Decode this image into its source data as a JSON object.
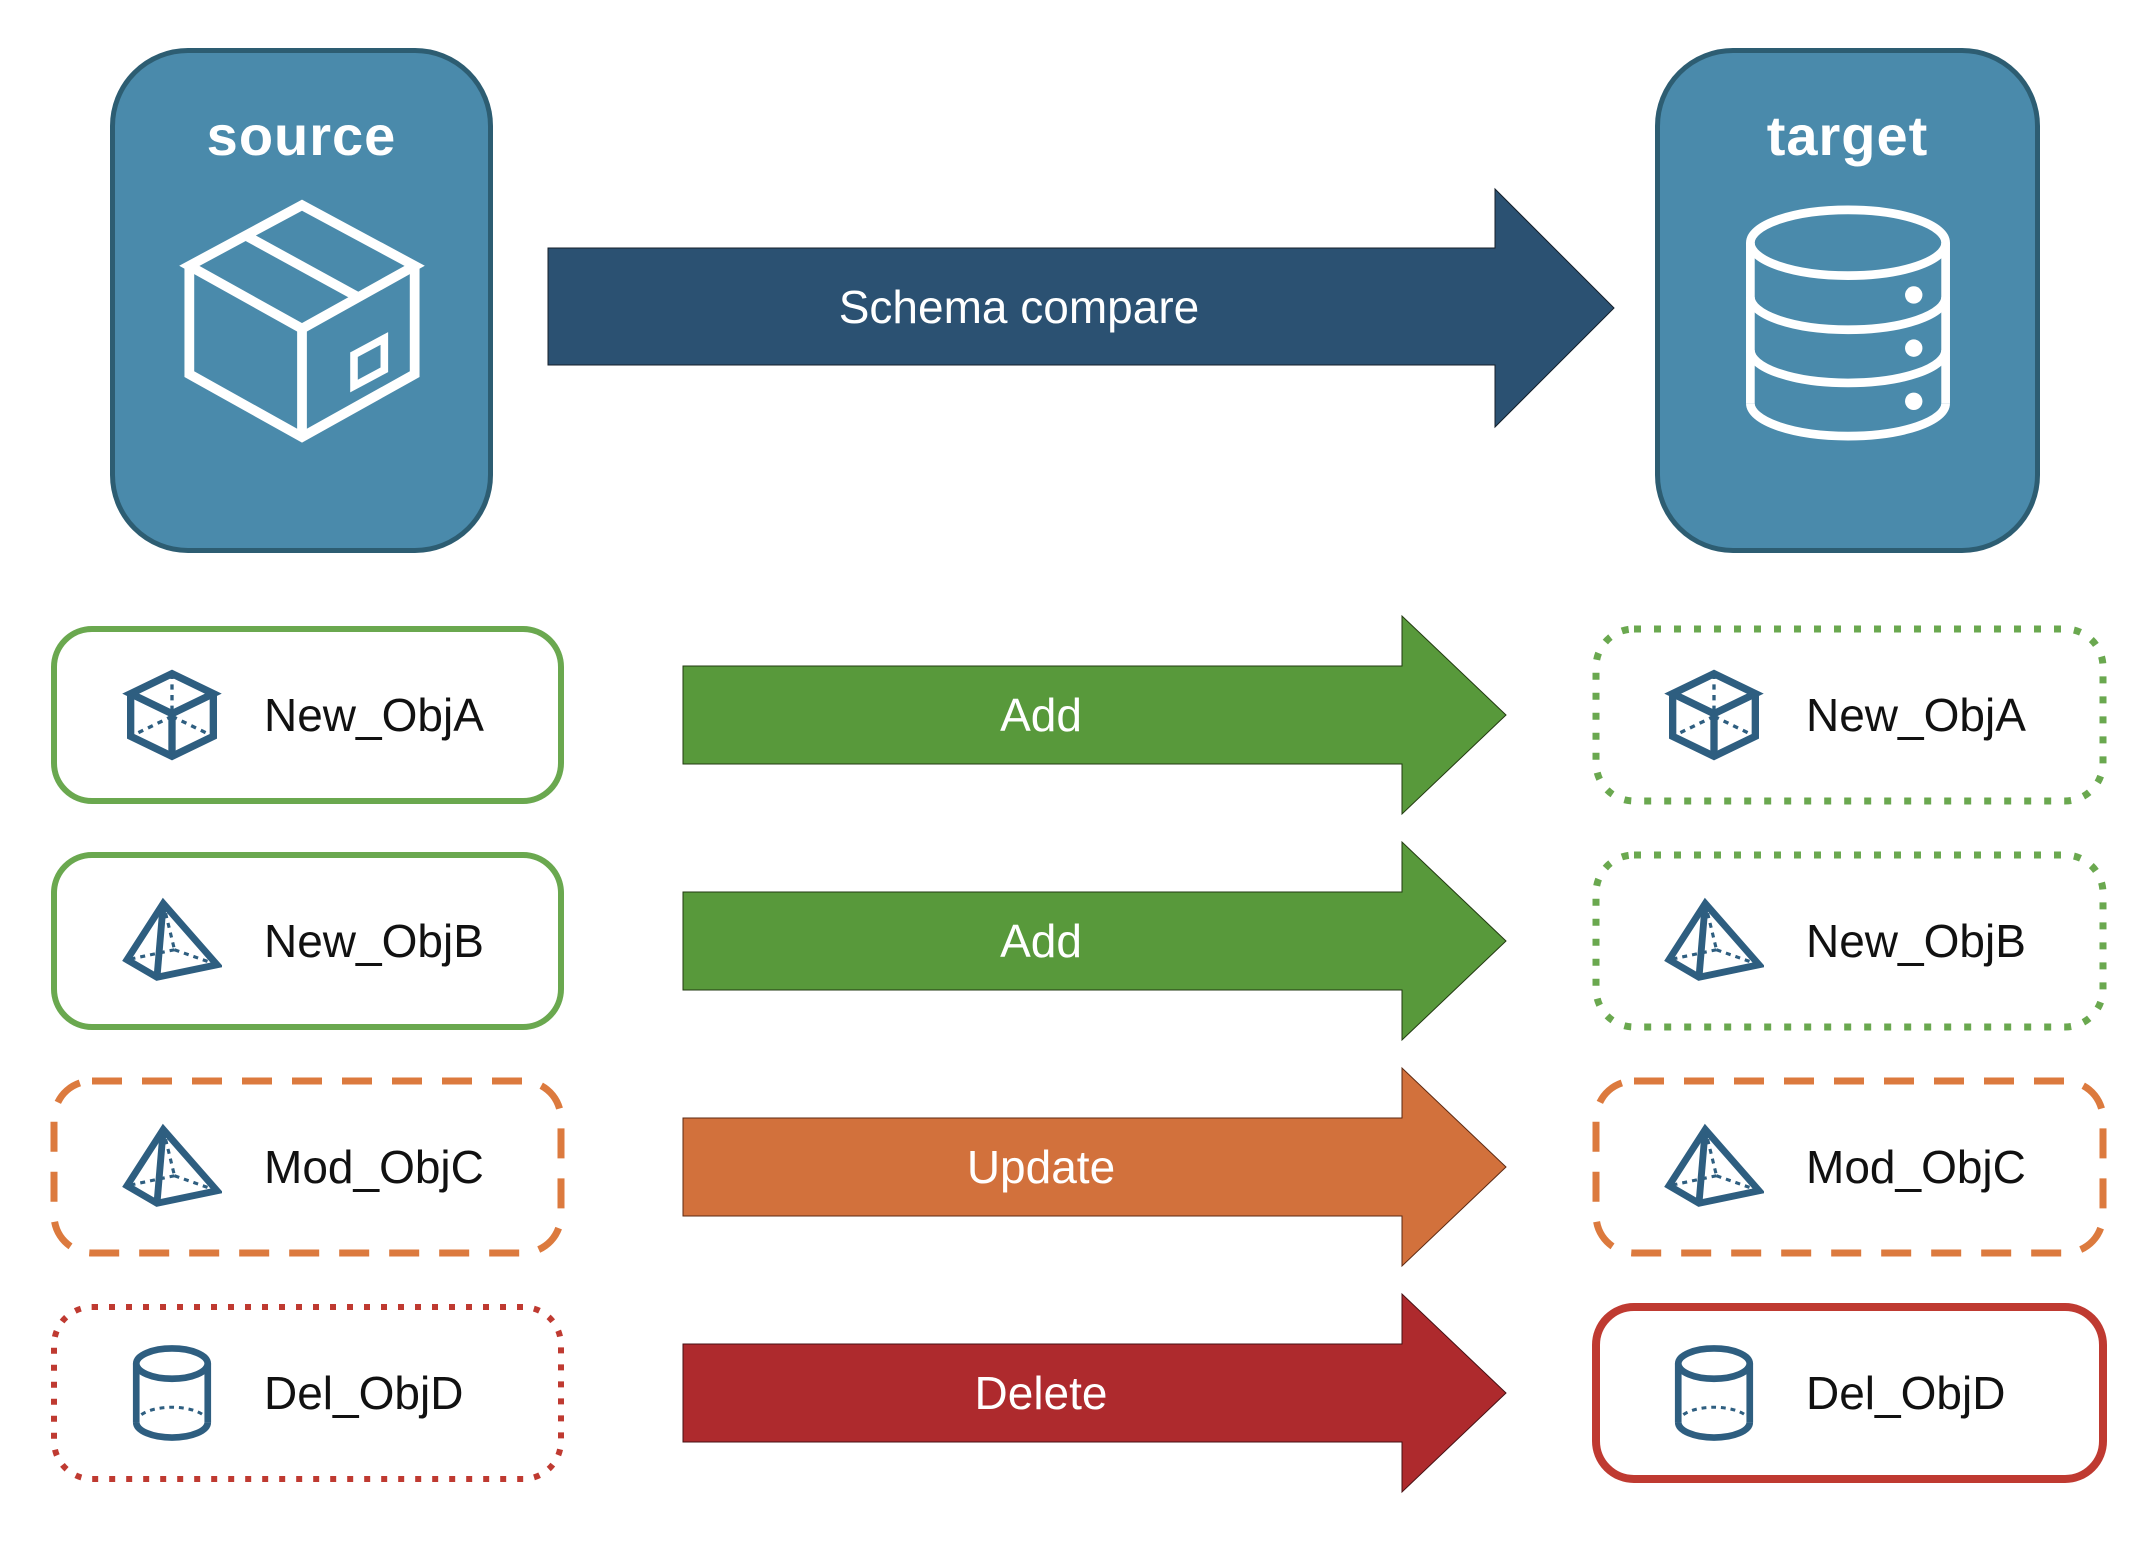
{
  "source_node": {
    "title": "source",
    "icon": "package-icon",
    "fill": "#4a8aab",
    "border": "#2d5d72"
  },
  "target_node": {
    "title": "target",
    "icon": "database-icon",
    "fill": "#4a8aab",
    "border": "#2d5d72"
  },
  "schema_arrow": {
    "label": "Schema compare",
    "fill": "#2b5172",
    "outline": "#141f2b"
  },
  "rows": [
    {
      "source_label": "New_ObjA",
      "target_label": "New_ObjA",
      "action": "Add",
      "icon": "cube-icon",
      "action_color": "#58993b",
      "source_border_style": "solid-green",
      "target_border_style": "dotted-green"
    },
    {
      "source_label": "New_ObjB",
      "target_label": "New_ObjB",
      "action": "Add",
      "icon": "pyramid-icon",
      "action_color": "#58993b",
      "source_border_style": "solid-green",
      "target_border_style": "dotted-green"
    },
    {
      "source_label": "Mod_ObjC",
      "target_label": "Mod_ObjC",
      "action": "Update",
      "icon": "pyramid-icon",
      "action_color": "#d2713c",
      "source_border_style": "dashed-orange",
      "target_border_style": "dashed-orange"
    },
    {
      "source_label": "Del_ObjD",
      "target_label": "Del_ObjD",
      "action": "Delete",
      "icon": "cylinder-icon",
      "action_color": "#ae2a2d",
      "source_border_style": "dotted-red",
      "target_border_style": "solid-red"
    }
  ],
  "colors": {
    "node_blue": "#4a8aab",
    "icon_blue": "#2e5e80",
    "green_border": "#6aa84f",
    "orange_border": "#dc7a3e",
    "red_border": "#bf3a31",
    "add_green": "#58993b",
    "update_orange": "#d2713c",
    "delete_red": "#ae2a2d",
    "compare_blue": "#2b5172"
  }
}
